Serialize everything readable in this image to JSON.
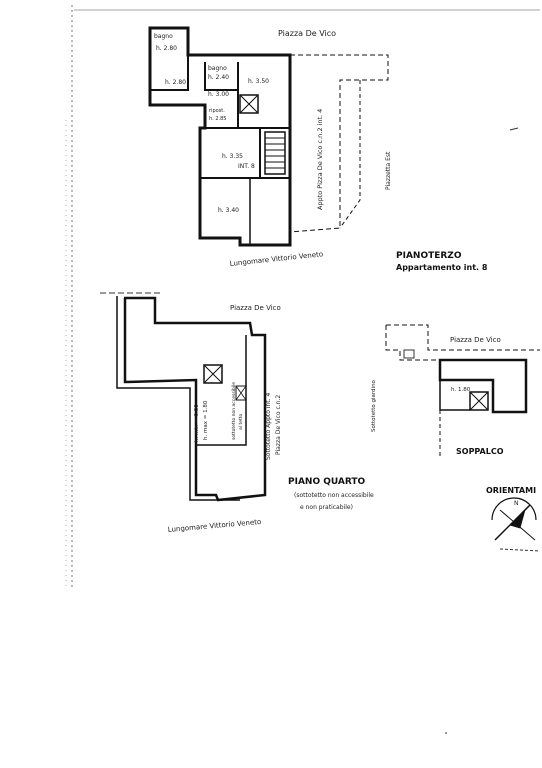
{
  "floor1": {
    "street_top": "Piazza De Vico",
    "bagno1": "bagno",
    "bagno1_h": "h. 2.80",
    "bagno2": "bagno",
    "bagno2_h": "h. 2.40",
    "room_a": "h. 2.80",
    "room_b": "h. 3.50",
    "h_300": "h. 3.00",
    "rip": "ripost.",
    "rip_h": "h. 2.85",
    "room_c": "h. 3.35",
    "int": "INT. 8",
    "room_d": "h. 3.40",
    "vertical_label": "Appto Pizza De Vico c.n.2 int. 4",
    "piazzetta": "Piazzetta Est",
    "street_bottom": "Lungomare Vittorio Veneto",
    "title1": "PIANOTERZO",
    "title2": "Appartamento int. 8"
  },
  "floor2": {
    "street_top": "Piazza De Vico",
    "h_min": "h. min = 0.80",
    "h_max": "h. max = 1.80",
    "note_vert": "sottotetto non accessibile",
    "note_vert2": "al tetto",
    "side_label": "Sottotetto Appto int. 4",
    "side_label2": "Piazza De Vico c.n.2",
    "street_bottom": "Lungomare Vittorio Veneto",
    "title": "PIANO QUARTO",
    "sub1": "(sottotetto non accessibile",
    "sub2": "e non praticabile)"
  },
  "floor3": {
    "street_top": "Piazza De Vico",
    "h": "h. 1.80",
    "side": "Sottotetto giardino",
    "title": "SOPPALCO"
  },
  "orient": {
    "label": "ORIENTAMI",
    "n": "N"
  }
}
